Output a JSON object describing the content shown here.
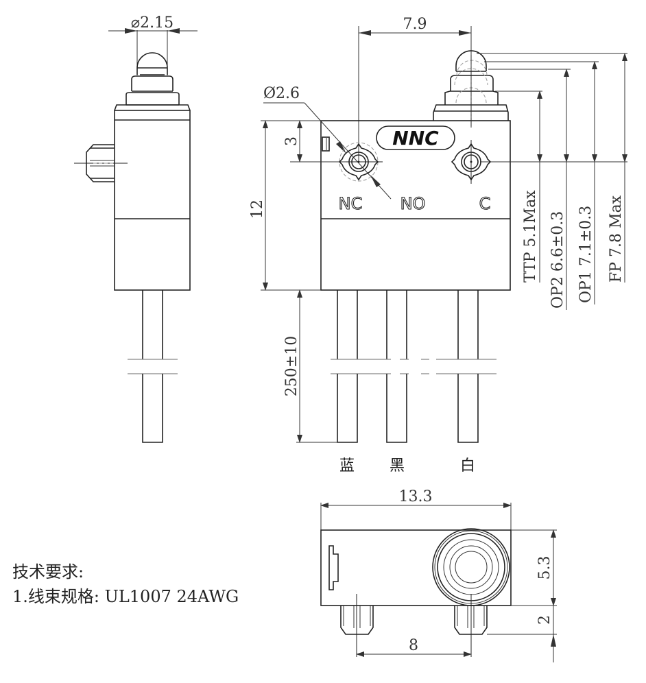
{
  "drawing": {
    "logo": "NNC",
    "side_view": {
      "plunger_diameter": "⌀2.15"
    },
    "front_view": {
      "pin_pitch": "7.9",
      "terminal_diameter": "Ø2.6",
      "terminal_offset": "3",
      "body_height": "12",
      "terminal_labels": [
        "NC",
        "NO",
        "C"
      ],
      "wire_length": "250±10",
      "wire_colors": [
        "蓝",
        "黑",
        "白"
      ],
      "travel_specs": [
        {
          "label": "TTP 5.1Max"
        },
        {
          "label": "OP2 6.6±0.3"
        },
        {
          "label": "OP1 7.1±0.3"
        },
        {
          "label": "FP 7.8 Max"
        }
      ]
    },
    "bottom_view": {
      "width": "13.3",
      "depth": "5.3",
      "wire_stub": "2",
      "wire_pitch": "8"
    }
  },
  "notes": {
    "heading": "技术要求:",
    "item1": "1.线束规格: UL1007 24AWG"
  }
}
